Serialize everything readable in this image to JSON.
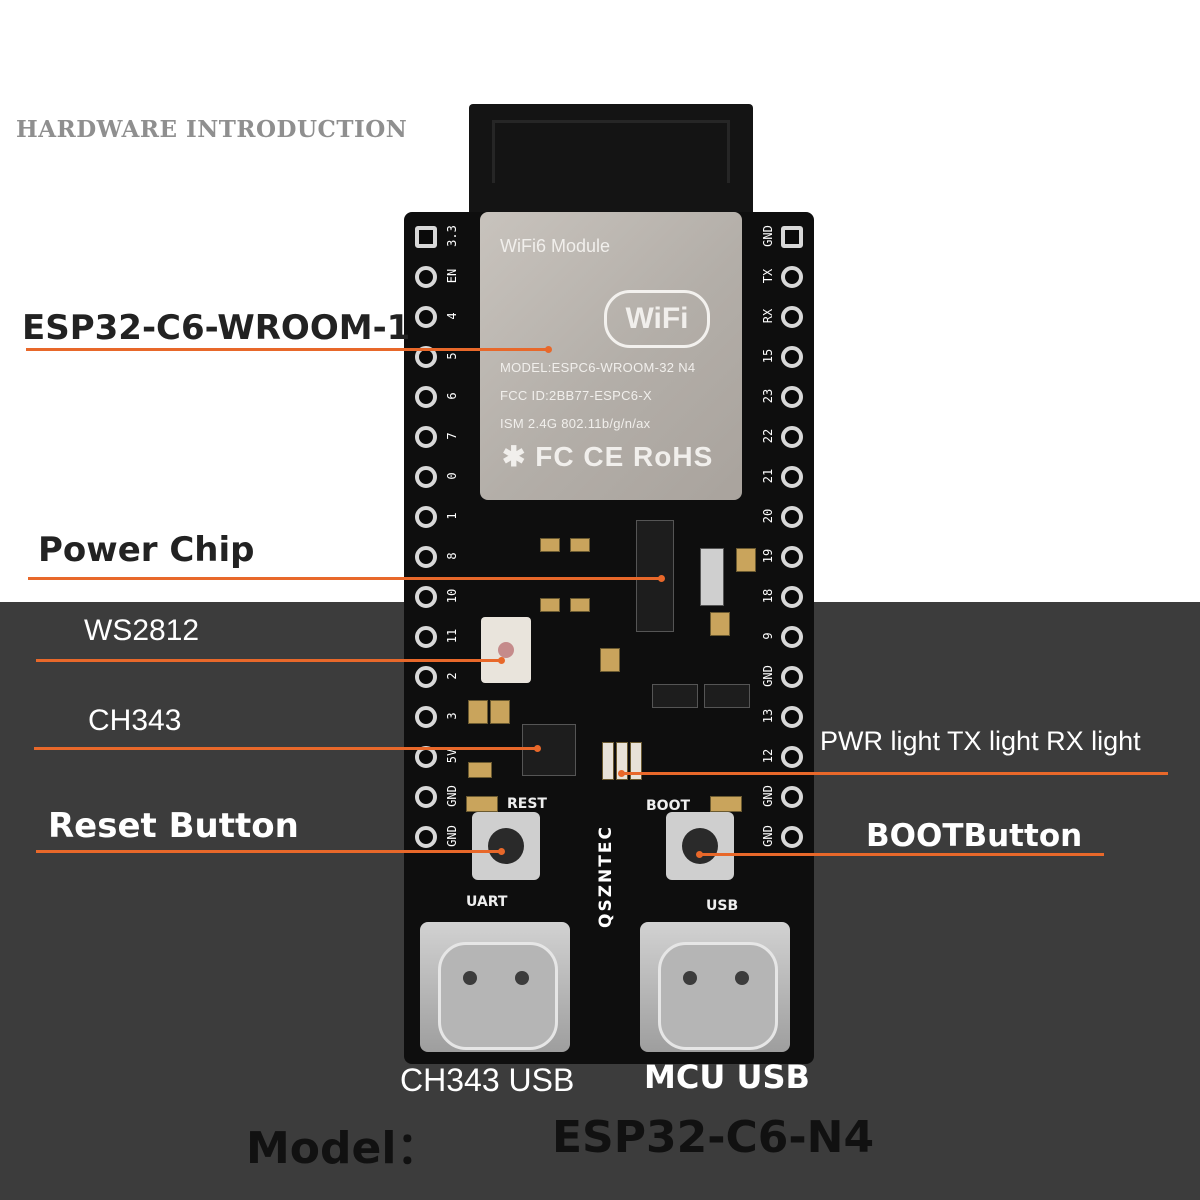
{
  "header": "HARDWARE INTRODUCTION",
  "callouts": {
    "module": "ESP32-C6-WROOM-1",
    "power_chip": "Power Chip",
    "ws2812": "WS2812",
    "ch343": "CH343",
    "reset": "Reset Button",
    "leds": "PWR light TX light RX light",
    "boot": "BOOTButton",
    "ch343_usb": "CH343 USB",
    "mcu_usb": "MCU USB"
  },
  "module_print": {
    "title": "WiFi6 Module",
    "wifi_logo": "WiFi",
    "model_line": "MODEL:ESPC6-WROOM-32  N4",
    "fcc_line": "FCC ID:2BB77-ESPC6-X",
    "ism_line": "ISM 2.4G 802.11b/g/n/ax",
    "cert_line": "✱ FC CE RoHS"
  },
  "silkscreen": {
    "reset": "REST",
    "boot": "BOOT",
    "uart": "UART",
    "usb": "USB",
    "vendor": "QSZNTEC"
  },
  "pins_left": [
    "3.3",
    "EN",
    "4",
    "5",
    "6",
    "7",
    "0",
    "1",
    "8",
    "10",
    "11",
    "2",
    "3",
    "5V",
    "GND",
    "GND"
  ],
  "pins_right": [
    "GND",
    "TX",
    "RX",
    "15",
    "23",
    "22",
    "21",
    "20",
    "19",
    "18",
    "9",
    "GND",
    "13",
    "12",
    "GND",
    "GND"
  ],
  "footer": {
    "model_label": "Model：",
    "model_value": "ESP32-C6-N4"
  }
}
